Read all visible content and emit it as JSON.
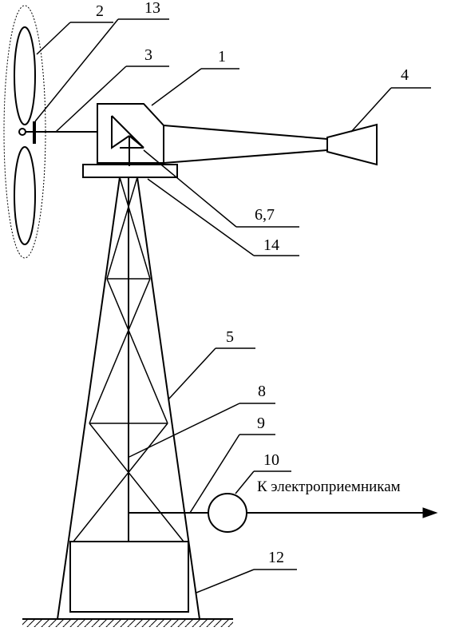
{
  "labels": {
    "n1": "1",
    "n2": "2",
    "n3": "3",
    "n4": "4",
    "n5": "5",
    "n67": "6,7",
    "n8": "8",
    "n9": "9",
    "n10": "10",
    "n12": "12",
    "n13": "13",
    "n14": "14"
  },
  "annotation": {
    "to_consumers": "К электроприемникам"
  },
  "colors": {
    "stroke": "#000000",
    "background": "#ffffff"
  }
}
